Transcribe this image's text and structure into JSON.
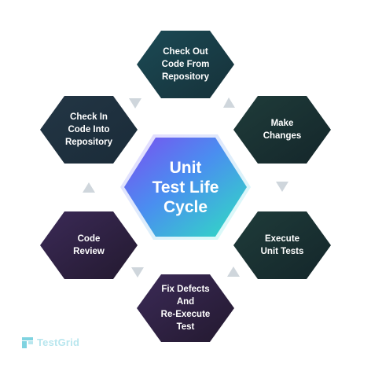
{
  "center": {
    "label": "Unit\nTest Life\nCycle"
  },
  "steps": [
    {
      "label": "Check Out\nCode From\nRepository"
    },
    {
      "label": "Make\nChanges"
    },
    {
      "label": "Execute\nUnit Tests"
    },
    {
      "label": "Fix Defects\nAnd\nRe-Execute\nTest"
    },
    {
      "label": "Code\nReview"
    },
    {
      "label": "Check In\nCode Into\nRepository"
    }
  ],
  "logo": {
    "text": "TestGrid"
  },
  "colors": {
    "teal_dark": "#1e3a44",
    "teal_mid": "#1f4552",
    "purple_dark": "#2a1d3d",
    "purple_mid": "#3a2a55",
    "arrow": "#cfd6dc",
    "logo_accent": "#7fd3e0"
  }
}
